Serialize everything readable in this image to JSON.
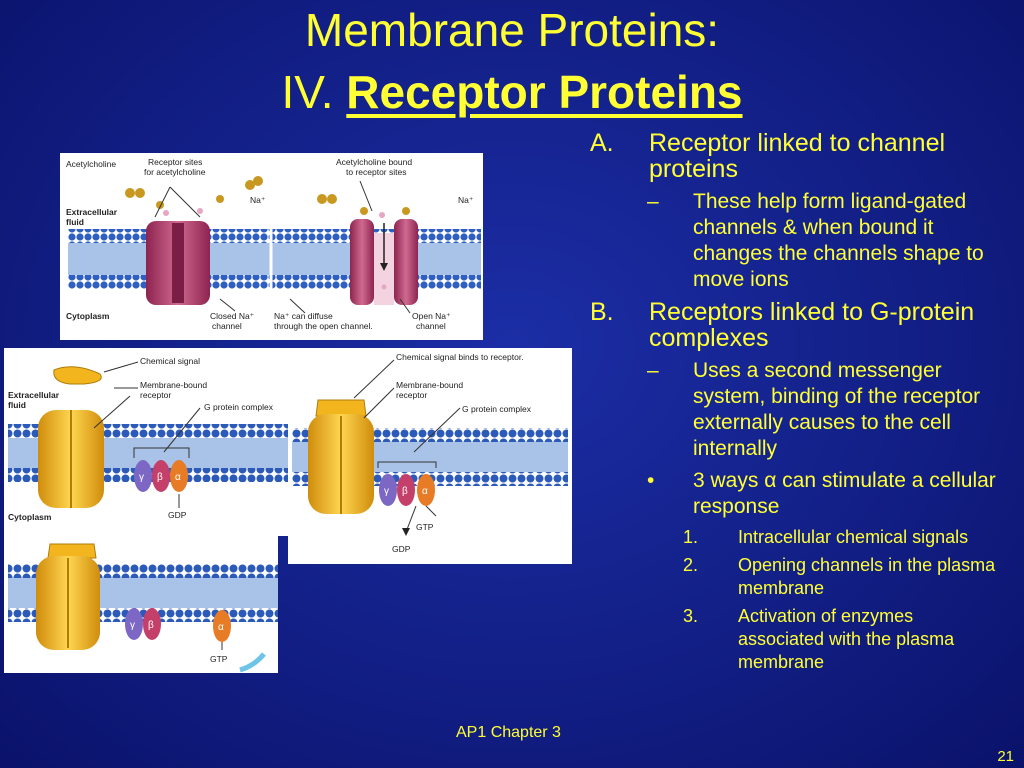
{
  "title": {
    "line1": "Membrane Proteins:",
    "prefix": "IV.",
    "emphasis": "Receptor Proteins"
  },
  "fig_ach": {
    "left": {
      "acetylcholine": "Acetylcholine",
      "receptor_sites": "Receptor sites",
      "for_ach": "for acetylcholine",
      "na": "Na⁺",
      "extracellular": "Extracellular",
      "fluid": "fluid",
      "cytoplasm": "Cytoplasm",
      "closed1": "Closed Na⁺",
      "closed2": "channel"
    },
    "right": {
      "bound1": "Acetylcholine bound",
      "bound2": "to receptor sites",
      "na": "Na⁺",
      "diffuse1": "Na⁺ can diffuse",
      "diffuse2": "through the open channel.",
      "open1": "Open Na⁺",
      "open2": "channel"
    }
  },
  "fig_gp": {
    "panel1": {
      "chemical_signal": "Chemical signal",
      "membrane_bound1": "Membrane-bound",
      "membrane_bound2": "receptor",
      "g_protein": "G protein complex",
      "extracellular": "Extracellular",
      "fluid": "fluid",
      "cytoplasm": "Cytoplasm",
      "gdp": "GDP",
      "gamma": "γ",
      "beta": "β",
      "alpha": "α"
    },
    "panel2": {
      "signal_binds": "Chemical signal binds to receptor.",
      "membrane_bound1": "Membrane-bound",
      "membrane_bound2": "receptor",
      "g_protein": "G protein complex",
      "gtp": "GTP",
      "gdp": "GDP",
      "gamma": "γ",
      "beta": "β",
      "alpha": "α"
    },
    "panel3": {
      "gtp": "GTP",
      "gamma": "γ",
      "beta": "β",
      "alpha": "α"
    }
  },
  "outline": {
    "a": {
      "marker": "A.",
      "text": "Receptor linked to channel proteins"
    },
    "a_sub": {
      "marker": "–",
      "text": "These help form ligand-gated channels & when bound it changes the channels shape to move ions"
    },
    "b": {
      "marker": "B.",
      "text": "Receptors linked to G-protein complexes"
    },
    "b_sub": {
      "marker": "–",
      "text": "Uses a second messenger system, binding of the receptor externally causes to the cell internally"
    },
    "b_bullet": {
      "marker": "•",
      "pre": "3 ways ",
      "symbol": "α",
      "post": " can stimulate a cellular response"
    },
    "ways": [
      {
        "marker": "1.",
        "text": "Intracellular chemical signals"
      },
      {
        "marker": "2.",
        "text": "Opening channels in the plasma membrane"
      },
      {
        "marker": "3.",
        "text": "Activation of enzymes associated with the plasma membrane"
      }
    ]
  },
  "footer": {
    "chapter": "AP1 Chapter 3",
    "page": "21"
  },
  "colors": {
    "background": "#121f86",
    "text": "#ffff33",
    "membrane": "#2a58b0",
    "channel": "#b8456e",
    "receptor": "#f2b51e"
  }
}
